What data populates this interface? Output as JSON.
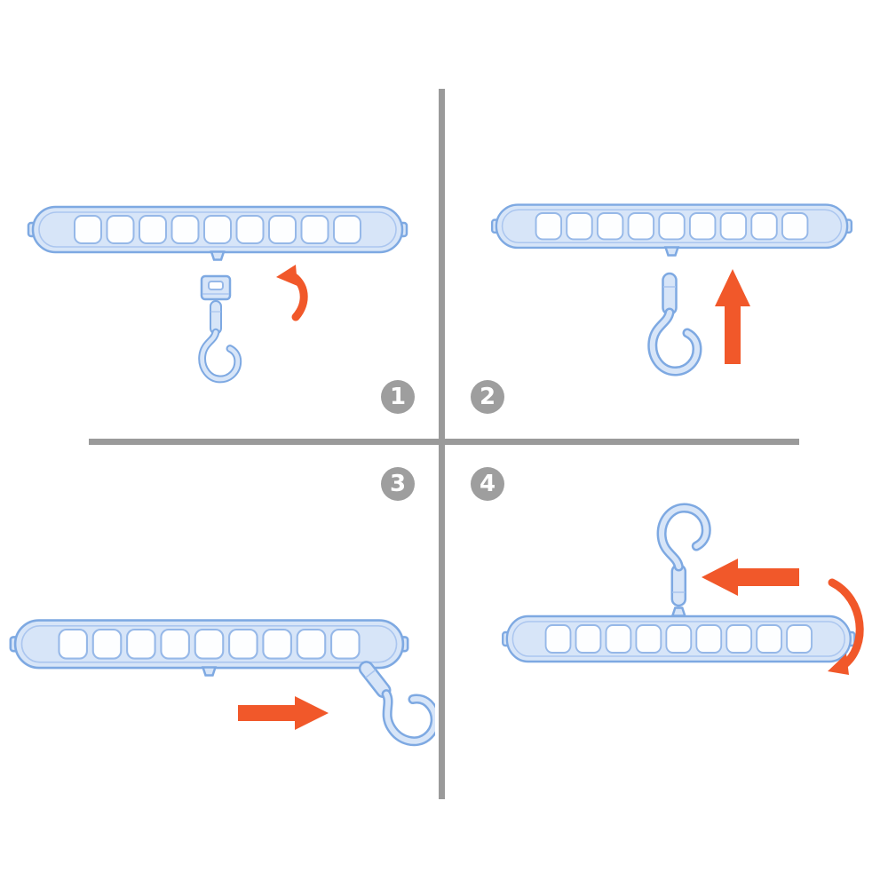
{
  "steps": [
    {
      "number": "1",
      "figure": "hanger-bar-with-folded-swivel-hook",
      "arrow": "curved-unfold-rotate"
    },
    {
      "number": "2",
      "figure": "hanger-bar-with-detached-hook-below",
      "arrow": "up-insert"
    },
    {
      "number": "3",
      "figure": "hanger-bar-with-hook-swung-right",
      "arrow": "right-rotate"
    },
    {
      "number": "4",
      "figure": "assembled-hanger-hook-upright",
      "arrow": "left-push-and-curved-rotate"
    }
  ],
  "colors": {
    "background": "#ffffff",
    "divider": "#9a9a9a",
    "badge_bg": "#9e9e9e",
    "badge_text": "#ffffff",
    "hanger_fill": "#d7e5f8",
    "hanger_stroke": "#7ea9e2",
    "hanger_inner": "#abc6ef",
    "hole_fill": "#fdfeff",
    "hole_stroke": "#96b8e8",
    "arrow": "#f1582a"
  }
}
